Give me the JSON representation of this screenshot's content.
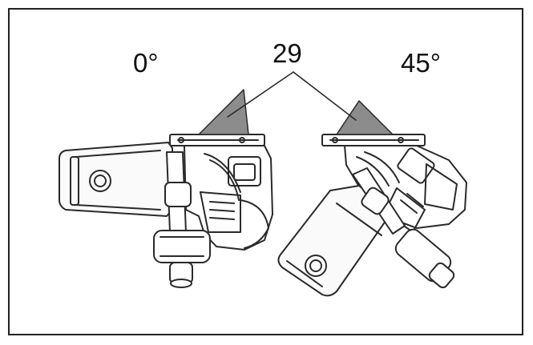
{
  "figure": {
    "angle_left": "0°",
    "angle_right": "45°",
    "callout": "29"
  },
  "colors": {
    "line": "#2a2a2a",
    "guide_fill": "#8c8c8c",
    "background": "#ffffff"
  }
}
